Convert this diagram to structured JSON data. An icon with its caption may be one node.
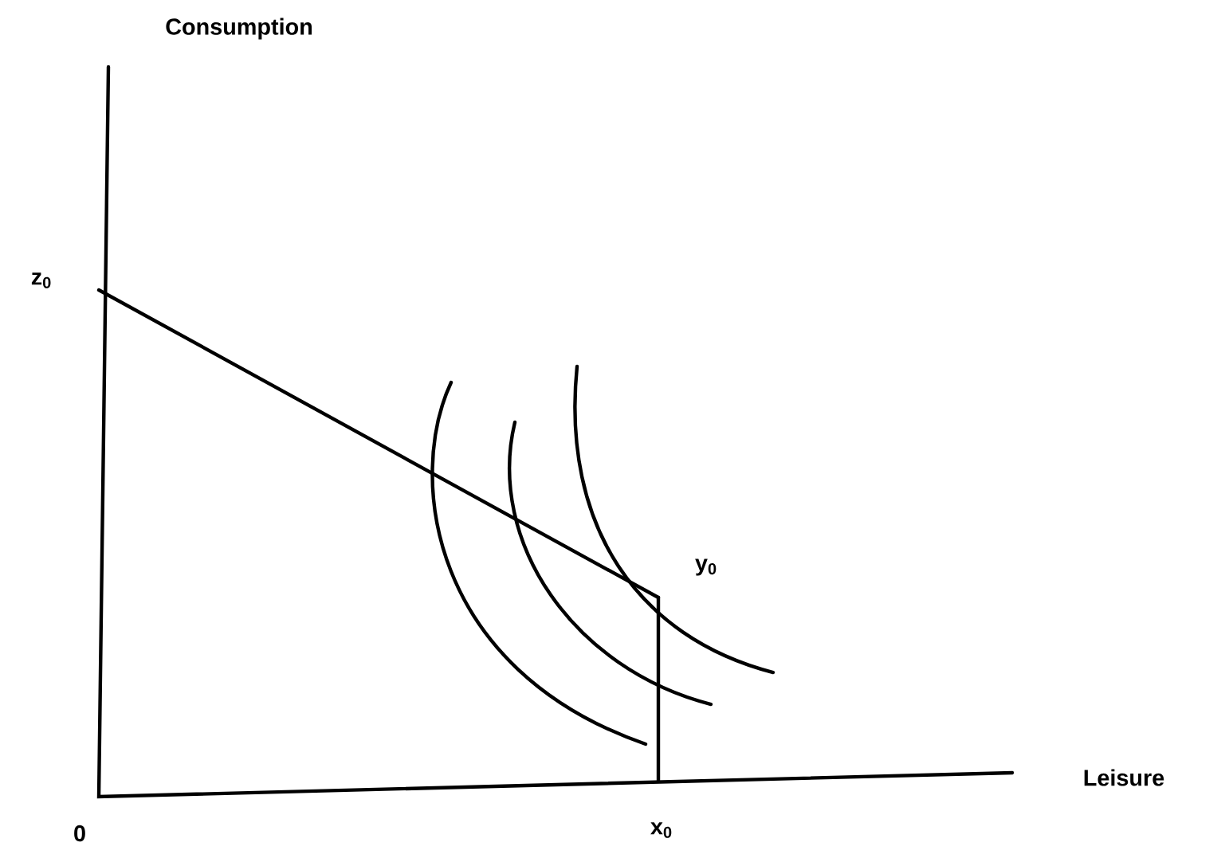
{
  "diagram": {
    "labels": [
      "Consumption",
      "z$_{0}$",
      "y$_{0}$",
      "Leisure",
      "0",
      "x$_{0}$"
    ]
  }
}
